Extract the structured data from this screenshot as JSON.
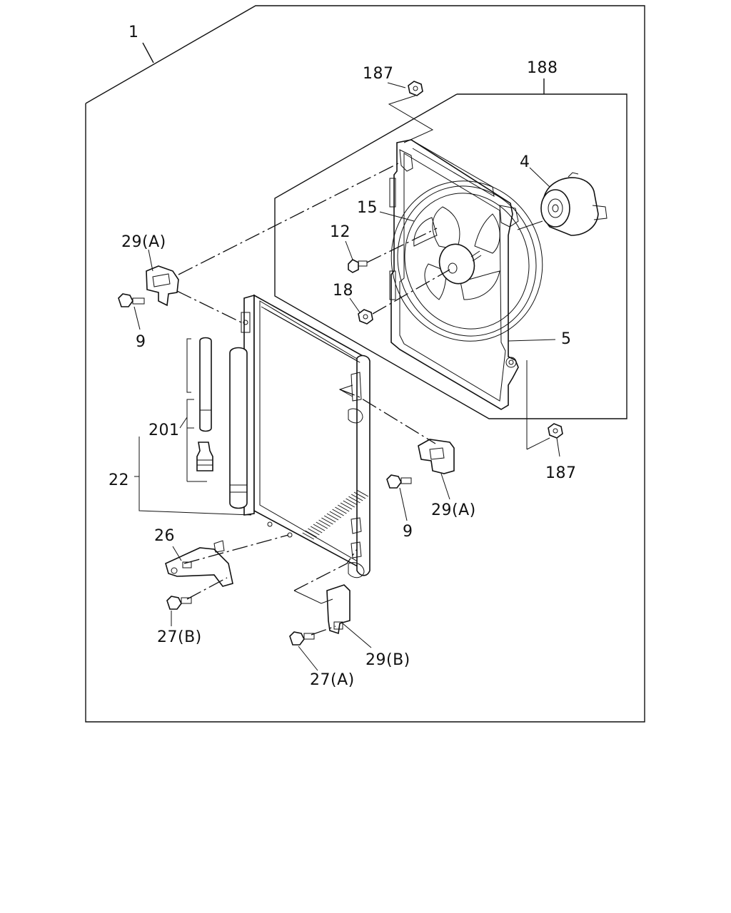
{
  "diagram": {
    "labels": {
      "assembly": "1",
      "nut_top": "187",
      "fan_shroud_asm": "188",
      "motor": "4",
      "fan": "15",
      "screw": "12",
      "nut_fan": "18",
      "shroud": "5",
      "nut_bottom": "187",
      "bracket_upper_left": "29(A)",
      "bolt_upper_left": "9",
      "drier_kit": "201",
      "condenser": "22",
      "bracket_right": "29(A)",
      "bolt_right": "9",
      "bracket_lower_left": "26",
      "bolt_lower_left": "27(B)",
      "bracket_bottom": "29(B)",
      "bolt_bottom": "27(A)"
    }
  }
}
